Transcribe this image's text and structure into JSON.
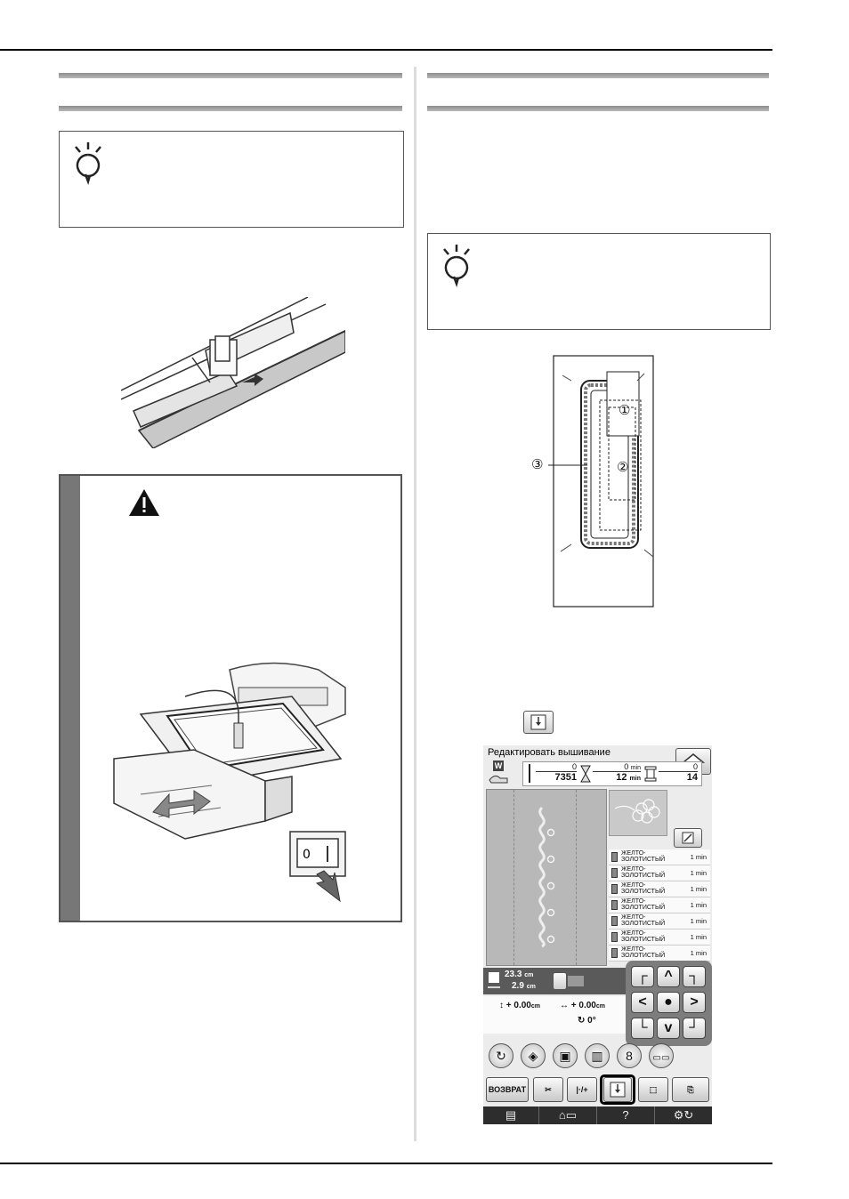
{
  "lcd": {
    "title": "Редактировать вышивание",
    "w_label": "W",
    "stitch_top": "0",
    "stitch_total": "7351",
    "time_top": "0",
    "time_top_unit": "min",
    "time_total": "12",
    "time_total_unit": "min",
    "color_top": "0",
    "color_total": "14",
    "colors": [
      {
        "name": "ЖЕЛТО-ЗОЛОТИСТЫЙ",
        "time": "1 min"
      },
      {
        "name": "ЖЕЛТО-ЗОЛОТИСТЫЙ",
        "time": "1 min"
      },
      {
        "name": "ЖЕЛТО-ЗОЛОТИСТЫЙ",
        "time": "1 min"
      },
      {
        "name": "ЖЕЛТО-ЗОЛОТИСТЫЙ",
        "time": "1 min"
      },
      {
        "name": "ЖЕЛТО-ЗОЛОТИСТЫЙ",
        "time": "1 min"
      },
      {
        "name": "ЖЕЛТО-ЗОЛОТИСТЫЙ",
        "time": "1 min"
      },
      {
        "name": "ЖЕЛТО-ЗОЛОТИСТЫЙ",
        "time": "1 min"
      }
    ],
    "size_height": "23.3",
    "size_width": "2.9",
    "size_unit": "cm",
    "offset_v": "+ 0.00",
    "offset_h": "+ 0.00",
    "offset_unit": "cm",
    "rotation": "0°",
    "return_label": "ВОЗВРАТ",
    "help_label": "?",
    "eight_label": "8"
  },
  "callouts": {
    "one": "①",
    "two": "②",
    "three": "③"
  },
  "icons": {
    "note": "note-lightbulb-icon",
    "warning": "warning-triangle-icon"
  }
}
